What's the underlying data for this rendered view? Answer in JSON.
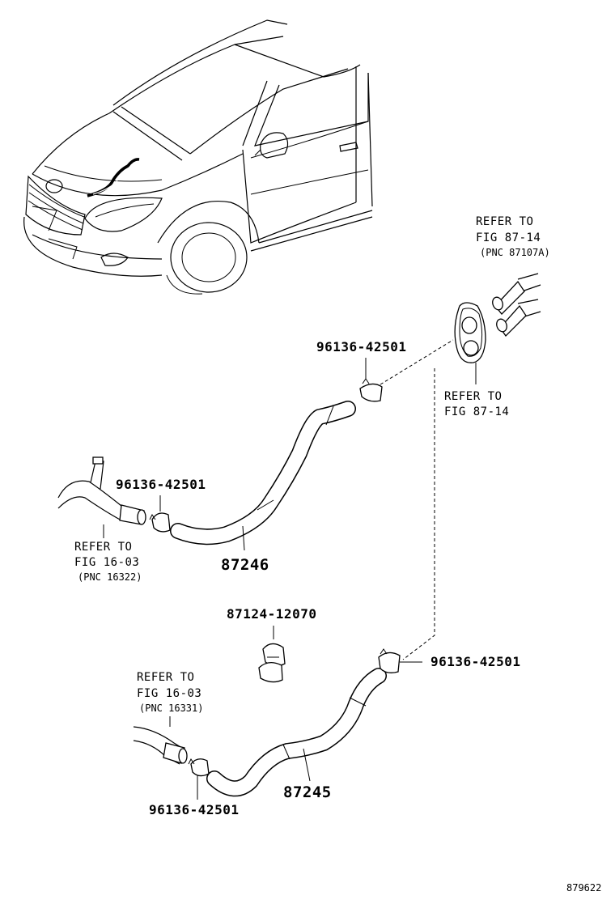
{
  "diagram": {
    "figure_id": "879622",
    "parts": {
      "clamp_top": "96136-42501",
      "clamp_left": "96136-42501",
      "clamp_right": "96136-42501",
      "clamp_bottom": "96136-42501",
      "hose_upper": "87246",
      "hose_lower": "87245",
      "clamp_set": "87124-12070"
    },
    "refs": {
      "top_right": {
        "line1": "REFER TO",
        "line2": "FIG 87-14",
        "line3": "(PNC 87107A)"
      },
      "grommet": {
        "line1": "REFER TO",
        "line2": "FIG 87-14"
      },
      "left_upper": {
        "line1": "REFER TO",
        "line2": "FIG 16-03",
        "line3": "(PNC 16322)"
      },
      "left_lower": {
        "line1": "REFER TO",
        "line2": "FIG 16-03",
        "line3": "(PNC 16331)"
      }
    }
  }
}
